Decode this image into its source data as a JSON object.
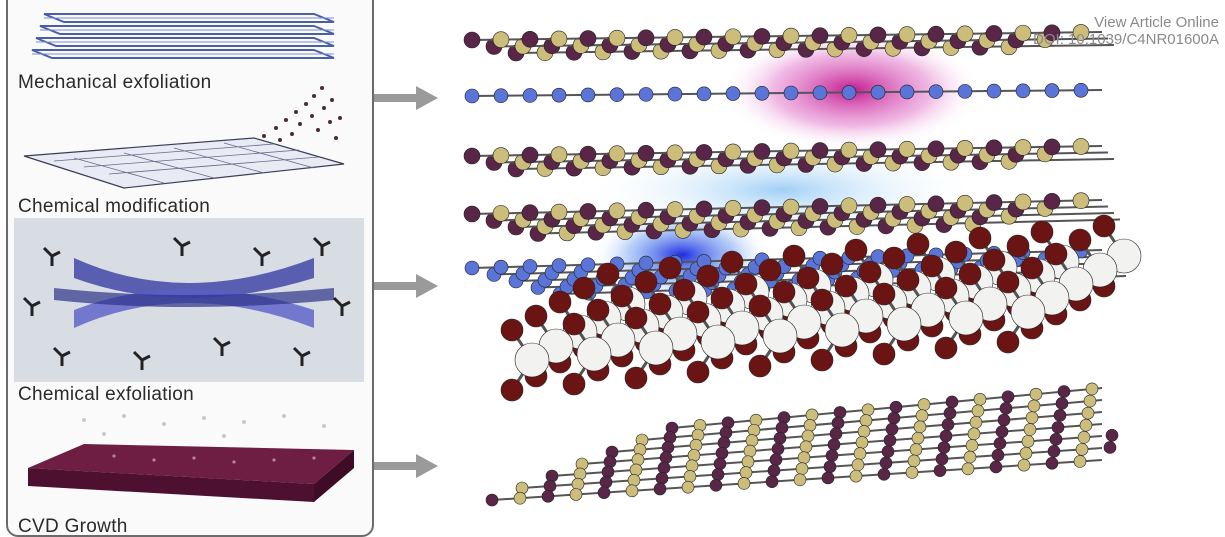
{
  "methods": [
    {
      "label": "Mechanical exfoliation"
    },
    {
      "label": "Chemical modification"
    },
    {
      "label": "Chemical exfoliation"
    },
    {
      "label": "CVD Growth"
    }
  ],
  "watermark": {
    "line1": "View Article Online",
    "line2": "DOI: 10.1039/C4NR01600A"
  },
  "colors": {
    "panel_border": "#6b6b6b",
    "arrow": "#9a9a9a",
    "atom_purple": "#5a2648",
    "atom_gold": "#cdbd7a",
    "atom_blue": "#5a74d8",
    "atom_dark_red": "#6a1414",
    "atom_white": "#f2f2f0",
    "cvd_maroon": "#5e1634"
  },
  "icons": [
    "arrow-right-icon"
  ]
}
